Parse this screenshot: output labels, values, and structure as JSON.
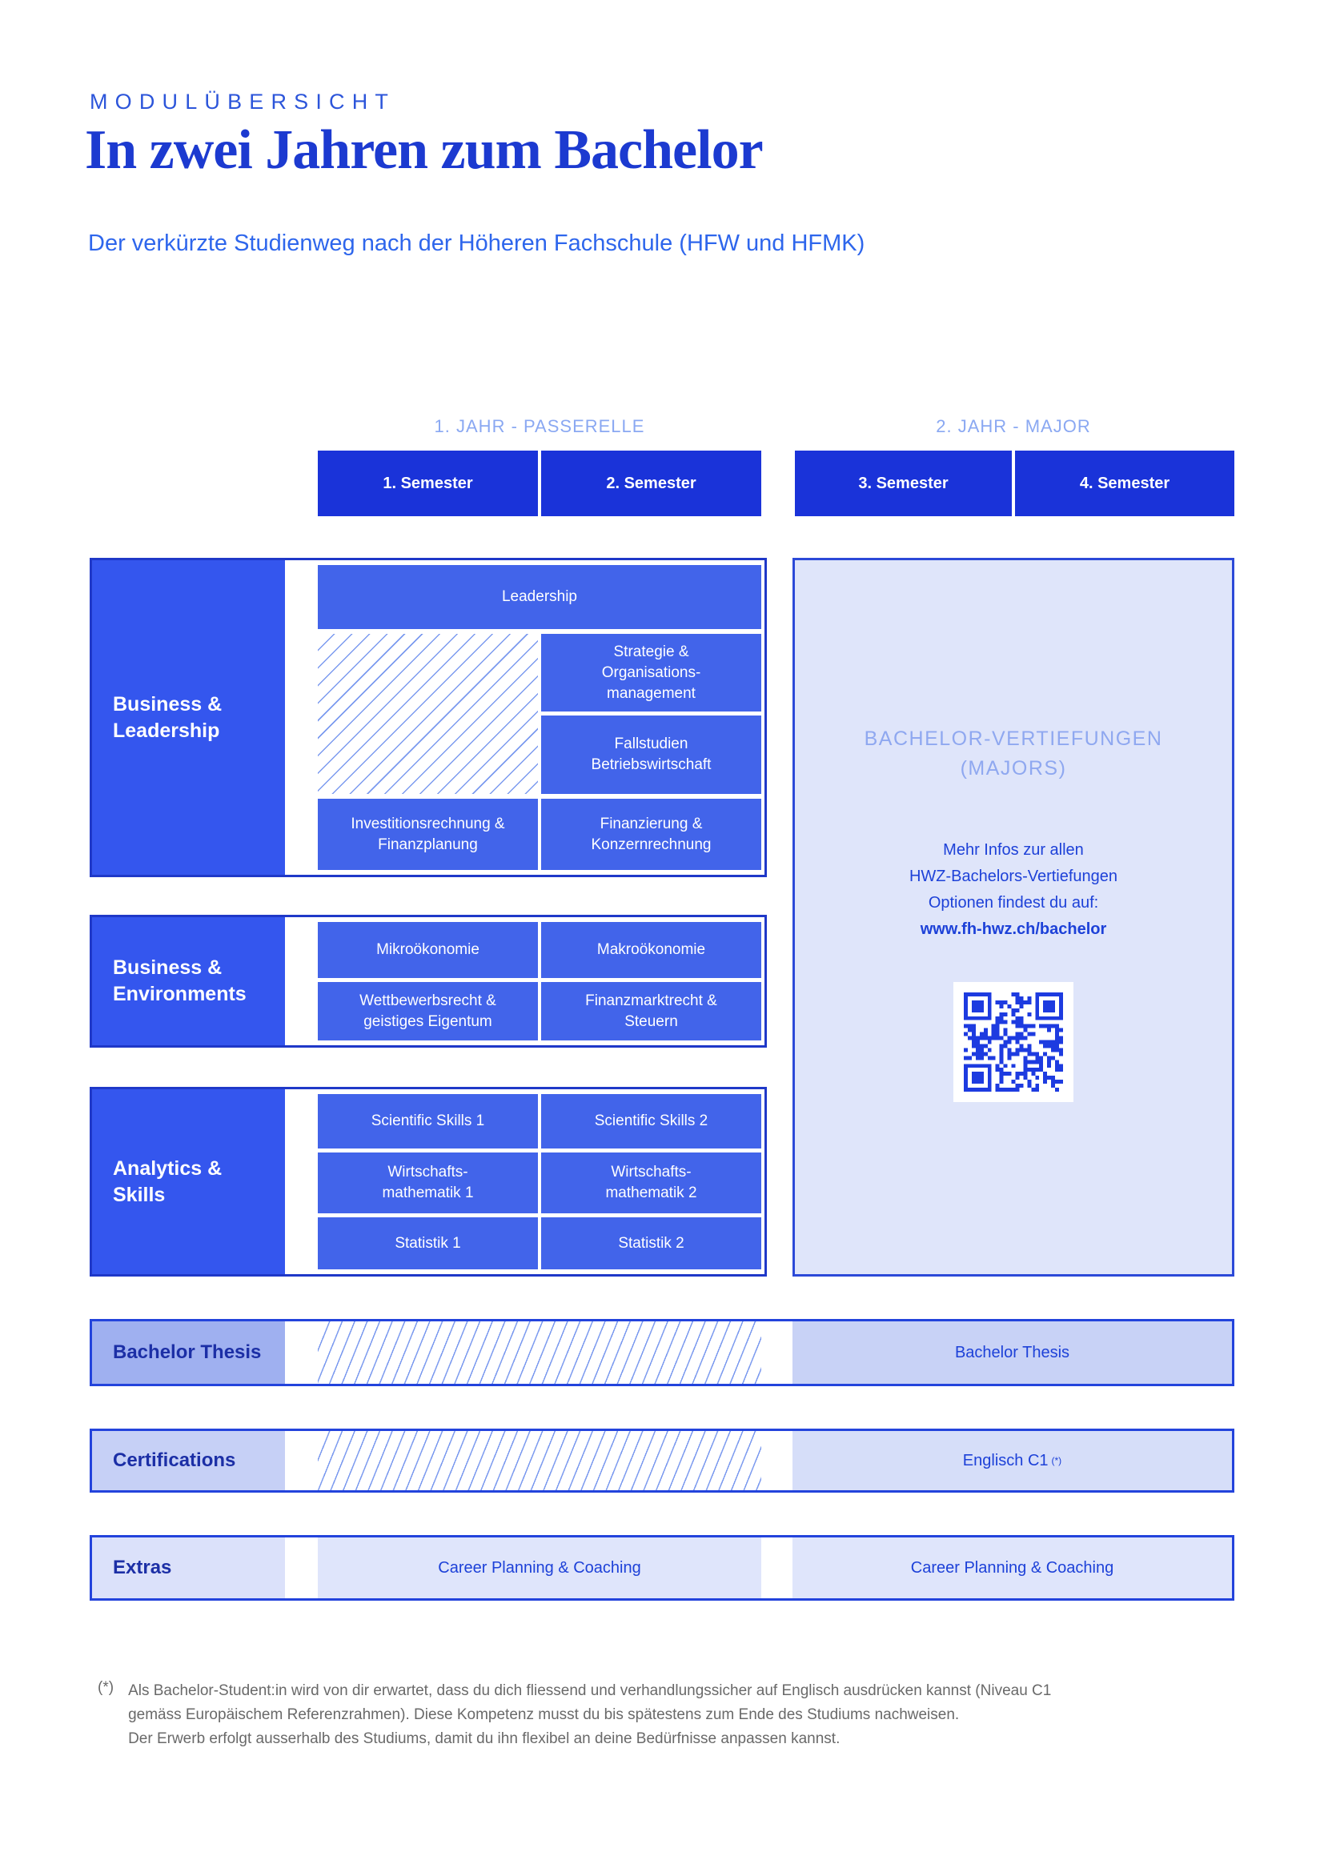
{
  "header": {
    "eyebrow": "MODULÜBERSICHT",
    "title": "In zwei Jahren zum Bachelor",
    "subtitle": "Der verkürzte Studienweg nach der Höheren Fachschule (HFW und HFMK)"
  },
  "timeline": {
    "year1_label": "1. JAHR - PASSERELLE",
    "year2_label": "2. JAHR - MAJOR",
    "semesters": [
      "1. Semester",
      "2. Semester",
      "3. Semester",
      "4. Semester"
    ]
  },
  "matrix": {
    "business_leadership": {
      "label": "Business &\nLeadership",
      "leadership": "Leadership",
      "strategie": "Strategie &\nOrganisations-\nmanagement",
      "fallstudien": "Fallstudien\nBetriebswirtschaft",
      "investition": "Investitionsrechnung &\nFinanzplanung",
      "finanzierung": "Finanzierung &\nKonzernrechnung"
    },
    "business_environments": {
      "label": "Business &\nEnvironments",
      "mikro": "Mikroökonomie",
      "makro": "Makroökonomie",
      "wettbewerb": "Wettbewerbsrecht &\ngeistiges Eigentum",
      "finanzmarkt": "Finanzmarktrecht &\nSteuern"
    },
    "analytics_skills": {
      "label": "Analytics &\nSkills",
      "sci1": "Scientific Skills 1",
      "sci2": "Scientific Skills 2",
      "math1": "Wirtschafts-\nmathematik 1",
      "math2": "Wirtschafts-\nmathematik 2",
      "stat1": "Statistik 1",
      "stat2": "Statistik 2"
    }
  },
  "majors": {
    "heading": "BACHELOR-VERTIEFUNGEN\n(MAJORS)",
    "info_line1": "Mehr Infos zur allen",
    "info_line2": "HWZ-Bachelors-Vertiefungen",
    "info_line3": "Optionen findest du auf:",
    "link": "www.fh-hwz.ch/bachelor"
  },
  "rows": {
    "bachelor_thesis": {
      "label": "Bachelor Thesis",
      "cell": "Bachelor Thesis"
    },
    "certifications": {
      "label": "Certifications",
      "cell": "Englisch C1",
      "cell_sup": "(*)"
    },
    "extras": {
      "label": "Extras",
      "cell_year1": "Career Planning & Coaching",
      "cell_year2": "Career Planning & Coaching"
    }
  },
  "footnote": {
    "marker": "(*)",
    "text": "Als Bachelor-Student:in wird von dir erwartet, dass du dich fliessend und verhandlungssicher auf Englisch ausdrücken kannst (Niveau C1\ngemäss Europäischem Referenzrahmen). Diese Kompetenz musst du bis spätestens zum Ende des Studiums nachweisen.\nDer Erwerb erfolgt ausserhalb des Studiums, damit du ihn flexibel an deine Bedürfnisse anpassen kannst."
  },
  "colors": {
    "semester_bar": "#1a33d9",
    "section_label_fill": "#3456ee",
    "module_fill": "#4264ea",
    "section_border": "#1f38c8",
    "row_border": "#2343dc",
    "majors_fill": "#dfe5fa",
    "majors_heading": "#8fa8f0",
    "accent_text": "#1d41d8",
    "thesis_label_fill": "#9fb0f0",
    "thesis_cell_fill": "#c8d2f6",
    "cert_label_fill": "#c6d0f6",
    "cert_cell_fill": "#d6def9",
    "extras_label_fill": "#dbe1fa",
    "extras_cell_fill": "#dfe5fb",
    "footnote_text": "#696969"
  }
}
